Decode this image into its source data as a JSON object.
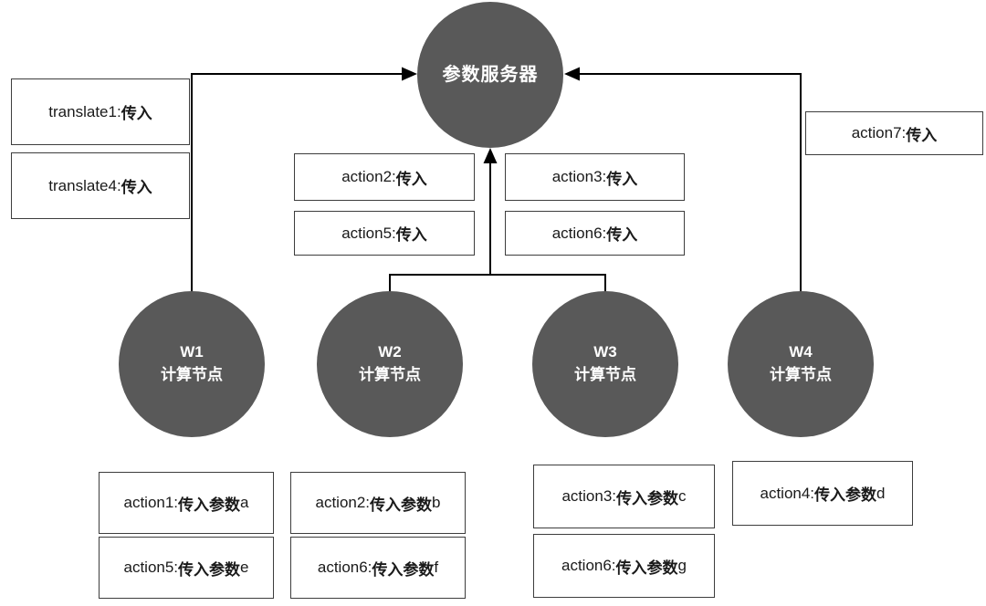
{
  "colors": {
    "node_fill": "#595959",
    "node_text": "#ffffff",
    "connector": "#000000",
    "box_border": "#3d3d3d",
    "background": "#ffffff"
  },
  "server": {
    "label": "参数服务器"
  },
  "workers": [
    {
      "code": "W1",
      "role": "计算节点",
      "actions": [
        "action1:传入 参数a",
        "action5:传入 参数e"
      ]
    },
    {
      "code": "W2",
      "role": "计算节点",
      "actions": [
        "action2:传入 参数b",
        "action6:传入 参数f"
      ]
    },
    {
      "code": "W3",
      "role": "计算节点",
      "actions": [
        "action3:传入 参数c",
        "action6:传入 参数g"
      ]
    },
    {
      "code": "W4",
      "role": "计算节点",
      "actions": [
        "action4:传入 参数d"
      ]
    }
  ],
  "push_messages": {
    "w1": [
      "translate1:传入",
      "translate4:传入"
    ],
    "w2": [
      "action2:传入",
      "action5:传入"
    ],
    "w3": [
      "action3:传入",
      "action6:传入"
    ],
    "w4": [
      "action7:传入"
    ]
  }
}
